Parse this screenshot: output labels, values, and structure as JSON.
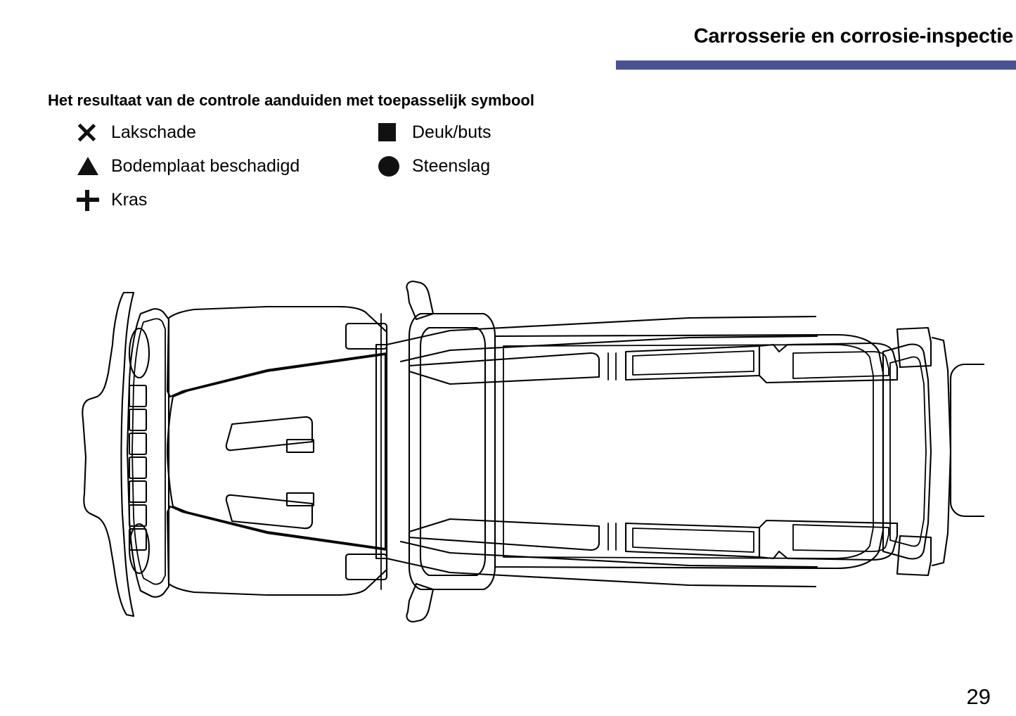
{
  "header": {
    "title": "Carrosserie en corrosie-inspectie",
    "rule_color": "#4a5392"
  },
  "legend": {
    "heading": "Het resultaat van de controle aanduiden met toepasselijk symbool",
    "items": [
      {
        "symbol": "cross-x-symbol",
        "label": "Lakschade",
        "column": "left"
      },
      {
        "symbol": "triangle-symbol",
        "label": "Bodemplaat beschadigd",
        "column": "left"
      },
      {
        "symbol": "plus-symbol",
        "label": "Kras",
        "column": "left"
      },
      {
        "symbol": "square-symbol",
        "label": "Deuk/buts",
        "column": "right"
      },
      {
        "symbol": "circle-symbol",
        "label": "Steenslag",
        "column": "right"
      }
    ]
  },
  "diagram": {
    "name": "vehicle-top-view",
    "description": "Jeep Wrangler top view line drawing",
    "stroke_color": "#000000",
    "fill_color": "#ffffff",
    "features": [
      "front-bumper",
      "seven-slot-grille",
      "headlight-left",
      "headlight-right",
      "hood",
      "hood-vent-left",
      "hood-vent-right",
      "hood-latch-left",
      "hood-latch-right",
      "front-fender-left",
      "front-fender-right",
      "windshield-frame",
      "windshield-hinge-upper",
      "windshield-hinge-lower",
      "mirror-left",
      "mirror-right",
      "front-door-left",
      "front-door-right",
      "rear-door-left",
      "rear-door-right",
      "roof",
      "rear-fender-left",
      "rear-fender-right",
      "tailgate",
      "spare-tire",
      "rear-bumper"
    ]
  },
  "footer": {
    "page_number": "29"
  }
}
